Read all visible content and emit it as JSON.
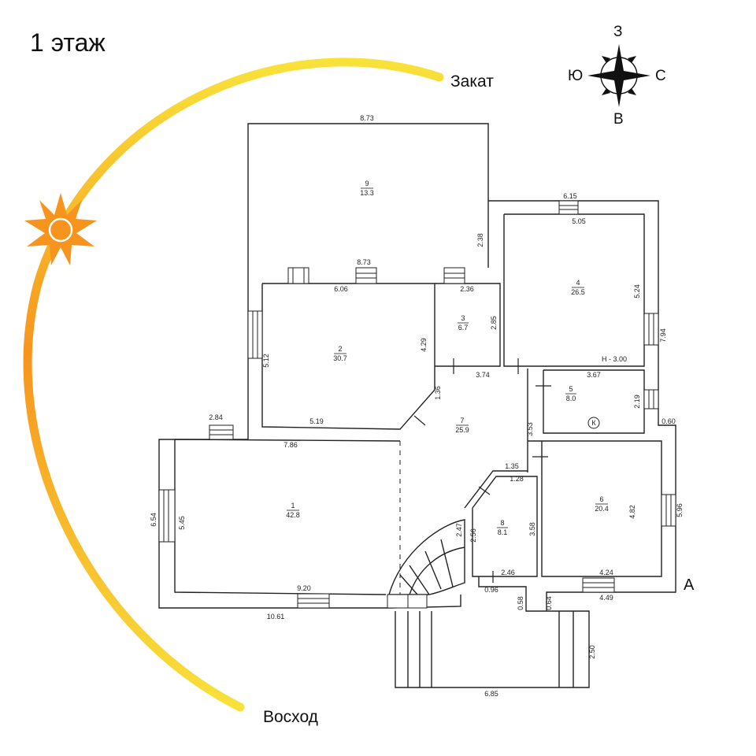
{
  "title": "1 этаж",
  "sun": {
    "sunset": "Закат",
    "sunrise": "Восход"
  },
  "compass": {
    "north": "З",
    "south": "В",
    "west": "Ю",
    "east": "С"
  },
  "facade": "А",
  "colors": {
    "sun_orange": "#F7941D",
    "arc_yellow": "#F8E23A",
    "wall": "#222222"
  },
  "rooms": [
    {
      "num": "1",
      "area": "42.8"
    },
    {
      "num": "2",
      "area": "30.7"
    },
    {
      "num": "3",
      "area": "6.7"
    },
    {
      "num": "4",
      "area": "26.5"
    },
    {
      "num": "5",
      "area": "8.0"
    },
    {
      "num": "6",
      "area": "20.4"
    },
    {
      "num": "7",
      "area": "25.9"
    },
    {
      "num": "8",
      "area": "8.1"
    },
    {
      "num": "9",
      "area": "13.3"
    }
  ],
  "dims": {
    "d873_top": "8.73",
    "d238": "2.38",
    "d873_mid": "8.73",
    "d615": "6.15",
    "d505": "5.05",
    "d606": "6.06",
    "d236": "2.36",
    "d285": "2.85",
    "d429": "4.29",
    "d512": "5.12",
    "d524": "5.24",
    "d794": "7.94",
    "h300": "Н - 3.00",
    "d374": "3.74",
    "d367": "3.67",
    "d136": "1.36",
    "d219": "2.19",
    "d060": "0.60",
    "d284": "2.84",
    "d519": "5.19",
    "d353": "3.53",
    "d786": "7.86",
    "d135": "1.35",
    "d128": "1.28",
    "d654": "6.54",
    "d545": "5.45",
    "d482": "4.82",
    "d596": "5.96",
    "d247": "2.47",
    "d256": "2.56",
    "d358": "3.58",
    "d246": "2.46",
    "d424": "4.24",
    "d449": "4.49",
    "d920": "9.20",
    "d096": "0.96",
    "d058": "0.58",
    "d064": "0.64",
    "d1061": "10.61",
    "d250": "2.50",
    "d685": "6.85"
  },
  "boiler": "К"
}
